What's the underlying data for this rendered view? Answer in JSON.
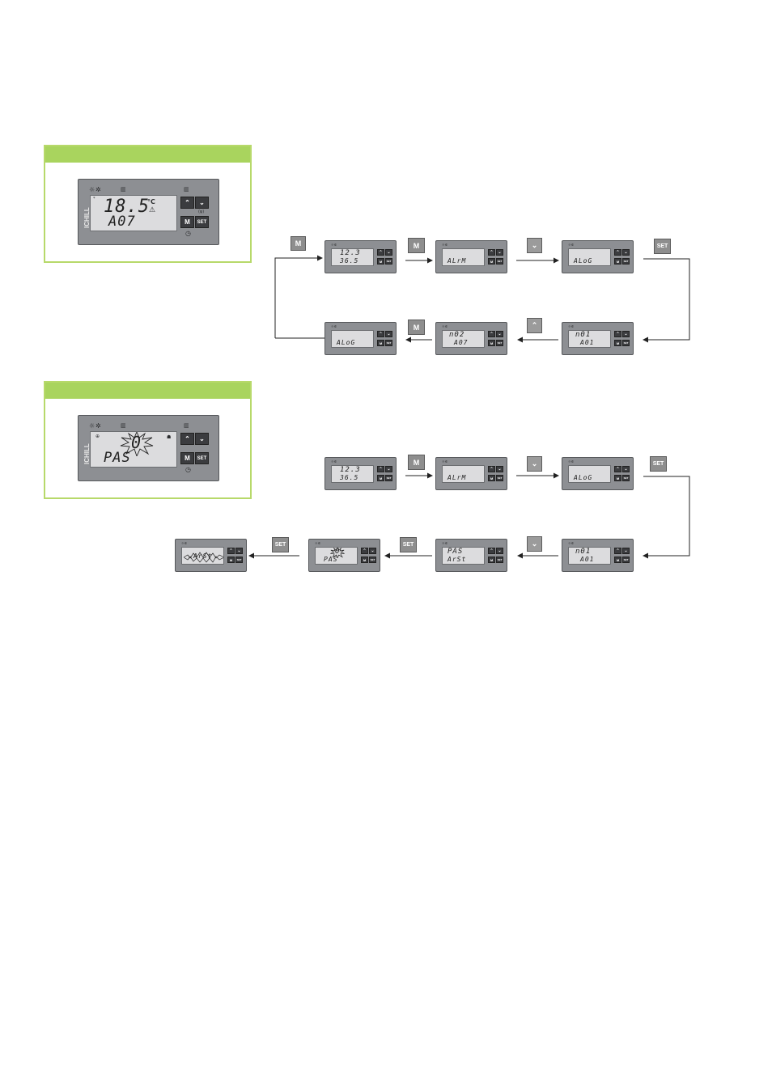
{
  "panels": [
    {
      "id": "panel-1",
      "display": {
        "line1": "18.5",
        "unit": "°C",
        "line2": "A07"
      },
      "buttons": {
        "mode": "M",
        "set": "SET"
      },
      "brand": "ICHILL"
    },
    {
      "id": "panel-2",
      "display": {
        "line1": "0",
        "line2": "PAS"
      },
      "buttons": {
        "mode": "M",
        "set": "SET"
      },
      "brand": "ICHILL"
    }
  ],
  "seq1": {
    "keys": [
      "M",
      "M",
      "down-arrow",
      "SET",
      "up-arrow",
      "M"
    ],
    "screens": [
      {
        "l1": "12.3",
        "l2": "36.5"
      },
      {
        "l1": "",
        "l2": "ALrM"
      },
      {
        "l1": "",
        "l2": "ALoG"
      },
      {
        "l1": "n01",
        "l2": "A01"
      },
      {
        "l1": "n02",
        "l2": "A07"
      },
      {
        "l1": "",
        "l2": "ALoG"
      }
    ]
  },
  "seq2": {
    "keys": [
      "M",
      "down-arrow",
      "SET",
      "down-arrow",
      "SET",
      "SET"
    ],
    "screens": [
      {
        "l1": "12.3",
        "l2": "36.5"
      },
      {
        "l1": "",
        "l2": "ALrM"
      },
      {
        "l1": "",
        "l2": "ALoG"
      },
      {
        "l1": "n01",
        "l2": "A01"
      },
      {
        "l1": "PAS",
        "l2": "ArSt"
      },
      {
        "l1": "0",
        "l2": "PAS"
      },
      {
        "l1": "",
        "l2": "ArSt"
      }
    ]
  },
  "colors": {
    "green_bar": "#a9d45e",
    "green_border": "#b7d96a",
    "device": "#8d8f93",
    "lcd": "#dcdcde",
    "key": "#8e8e8e"
  }
}
